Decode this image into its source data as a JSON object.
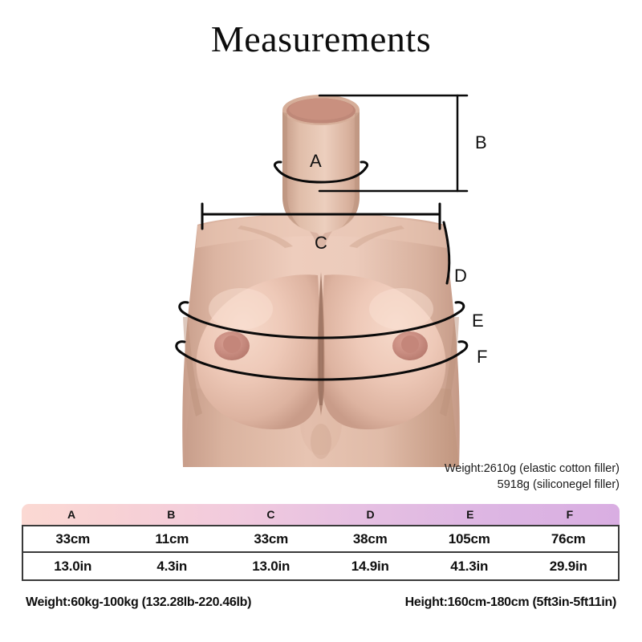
{
  "page": {
    "title": "Measurements",
    "background_color": "#ffffff"
  },
  "figure": {
    "description": "silicone breast form torso front view",
    "skin_color": "#dcb5a2",
    "skin_light_color": "#f0cdbe",
    "skin_shadow_color": "#c79b88",
    "nipple_color": "#c98d81",
    "neck_opening_color": "#bf8878",
    "annotations": [
      {
        "label": "A",
        "kind": "circumference-curve",
        "target": "neck"
      },
      {
        "label": "B",
        "kind": "vertical-dimension",
        "target": "neck-height"
      },
      {
        "label": "C",
        "kind": "horizontal-dimension",
        "target": "shoulder-width"
      },
      {
        "label": "D",
        "kind": "side-curve",
        "target": "armhole-depth"
      },
      {
        "label": "E",
        "kind": "circumference-curve",
        "target": "bust"
      },
      {
        "label": "F",
        "kind": "circumference-curve",
        "target": "underbust"
      }
    ]
  },
  "weight_note": {
    "line1": "Weight:2610g (elastic cotton filler)",
    "line2": "5918g (siliconegel filler)"
  },
  "table": {
    "headers": [
      "A",
      "B",
      "C",
      "D",
      "E",
      "F"
    ],
    "rows": [
      {
        "unit": "cm",
        "values": [
          "33cm",
          "11cm",
          "33cm",
          "38cm",
          "105cm",
          "76cm"
        ]
      },
      {
        "unit": "in",
        "values": [
          "13.0in",
          "4.3in",
          "13.0in",
          "14.9in",
          "41.3in",
          "29.9in"
        ]
      }
    ],
    "header_gradient_start": "#fbd9d3",
    "header_gradient_end": "#d9aee2"
  },
  "footer": {
    "weight_range": "Weight:60kg-100kg (132.28lb-220.46lb)",
    "height_range": "Height:160cm-180cm (5ft3in-5ft11in)"
  }
}
